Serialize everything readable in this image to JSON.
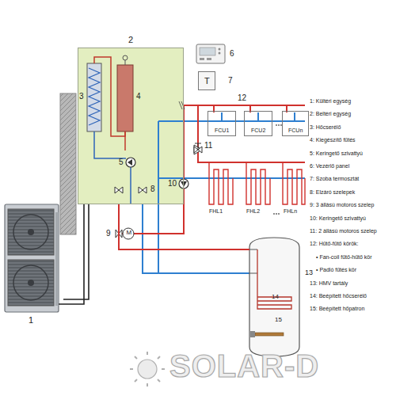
{
  "diagram": {
    "nodes": [
      {
        "text": [
          "2"
        ]
      },
      {
        "text": [
          "T"
        ]
      },
      {
        "text": [
          "FCU1"
        ]
      },
      {
        "text": [
          "FCU2"
        ]
      },
      {
        "text": [
          "FCUn"
        ]
      },
      {
        "text": [
          "13",
          "14",
          "15"
        ]
      },
      {
        "text": [
          "1"
        ]
      }
    ],
    "edges": [
      {
        "from": 6,
        "to": 0,
        "arrow": "none"
      },
      {
        "from": 0,
        "to": 5,
        "arrow": "none"
      }
    ],
    "labels": [
      "3",
      "4",
      "5",
      "6",
      "7",
      "8",
      "9",
      "M",
      "10",
      "11",
      "12",
      "FHL1",
      "FHL2",
      "FHLn",
      "1: Kültéri egység",
      "2: Beltéri egység",
      "3: Hőcserélő",
      "4: Kiegészítő fűtés",
      "5: Keringető szivattyú",
      "6: Vezérlő panel",
      "7: Szoba termosztát",
      "8: Elzáró szelepek",
      "9: 3 állású motoros szelep",
      "10: Keringető szivattyú",
      "11: 2 állású motoros szelep",
      "12: Hűtő-fűtő körök:",
      "• Fan-coil fűtő-hűtő kör",
      "• Padló fűtés kör",
      "13: HMV tartály",
      "14: Beépített hőcserélő",
      "15: Beépített hőpatron",
      "SOLAR-D"
    ]
  }
}
